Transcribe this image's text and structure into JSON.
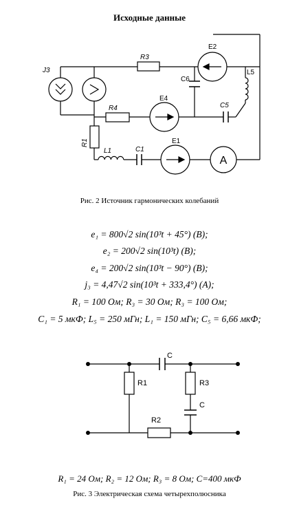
{
  "heading": "Исходные данные",
  "figure2": {
    "caption": "Рис. 2 Источник гармонических колебаний",
    "labels": {
      "J3": "J3",
      "R3": "R3",
      "E2": "E2",
      "L5": "L5",
      "C6": "C6",
      "E4": "E4",
      "R4": "R4",
      "C5": "C5",
      "R1": "R1",
      "L1": "L1",
      "C1": "C1",
      "E1": "E1",
      "A": "A"
    }
  },
  "equations": [
    "e₁ = 800√2 sin(10³t + 45°)  (В);",
    "e₂ = 200√2 sin(10³t)  (В);",
    "e₄ = 200√2 sin(10³t − 90°)  (В);",
    "j₃ = 4,47√2 sin(10³t + 333,4°)  (А);",
    "R₁ = 100 Ом; R₃ = 30 Ом; R₃ = 100 Ом;",
    "C₁ = 5 мкФ; L₅ = 250 мГн; L₁ = 150 мГн; C₅ = 6,66 мкФ;"
  ],
  "figure3": {
    "labels": {
      "C_top": "C",
      "R1": "R1",
      "R3": "R3",
      "C_right": "C",
      "R2": "R2"
    },
    "params": "R₁ = 24 Ом; R₂ = 12 Ом; R₃ = 8 Ом; C=400 мкФ",
    "caption": "Рис. 3 Электрическая схема четырехполюсника"
  }
}
